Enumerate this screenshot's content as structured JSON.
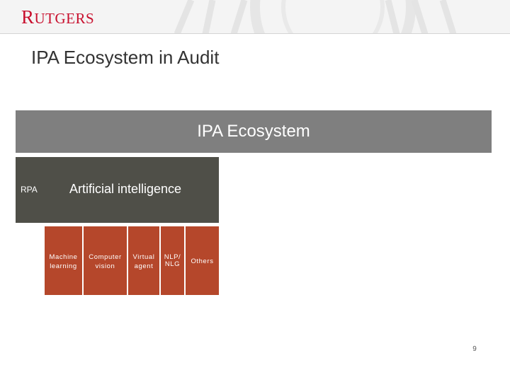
{
  "header": {
    "logo": {
      "initial": "R",
      "rest": "UTGERS"
    }
  },
  "slide": {
    "title": "IPA Ecosystem in Audit",
    "page_number": "9"
  },
  "diagram": {
    "ecosystem_label": "IPA Ecosystem",
    "rpa_label": "RPA",
    "ai_label": "Artificial intelligence",
    "ai_subareas": [
      {
        "line1": "Machine",
        "line2": "learning"
      },
      {
        "line1": "Computer",
        "line2": "vision"
      },
      {
        "line1": "Virtual",
        "line2": "agent"
      },
      {
        "line1": "NLP/",
        "line2": "NLG"
      },
      {
        "line1": "Others",
        "line2": ""
      }
    ]
  },
  "colors": {
    "brand_red": "#c8102e",
    "ecosystem_bar": "#7f7f7f",
    "rpa_box": "#4f4f48",
    "ai_cells": "#b5472b"
  }
}
